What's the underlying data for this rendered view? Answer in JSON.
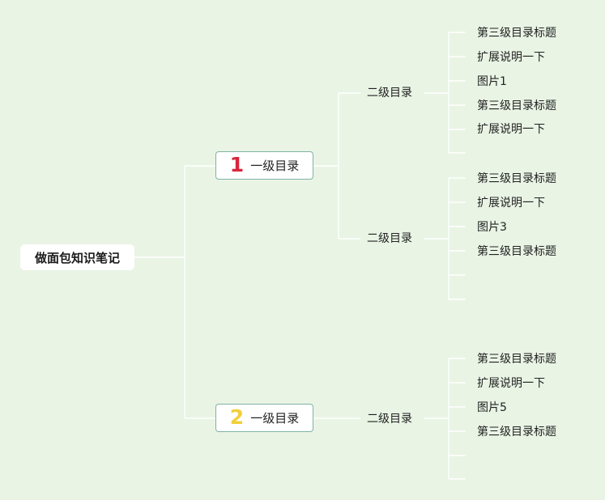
{
  "root": {
    "label": "做面包知识笔记"
  },
  "branches": [
    {
      "badge": "1",
      "label": "一级目录",
      "children": [
        {
          "label": "二级目录",
          "items": [
            "第三级目录标题",
            "扩展说明一下",
            "图片1",
            "第三级目录标题",
            "扩展说明一下",
            ""
          ]
        },
        {
          "label": "二级目录",
          "items": [
            "第三级目录标题",
            "扩展说明一下",
            "图片3",
            "第三级目录标题",
            "",
            ""
          ]
        }
      ]
    },
    {
      "badge": "2",
      "label": "一级目录",
      "children": [
        {
          "label": "二级目录",
          "items": [
            "第三级目录标题",
            "扩展说明一下",
            "图片5",
            "第三级目录标题",
            "",
            ""
          ]
        }
      ]
    }
  ],
  "colors": {
    "background": "#e9f4e5",
    "connector": "#ffffff",
    "node_border": "#7fb3a5",
    "badge_1": "#d7263d",
    "badge_2": "#f2cf3a"
  }
}
